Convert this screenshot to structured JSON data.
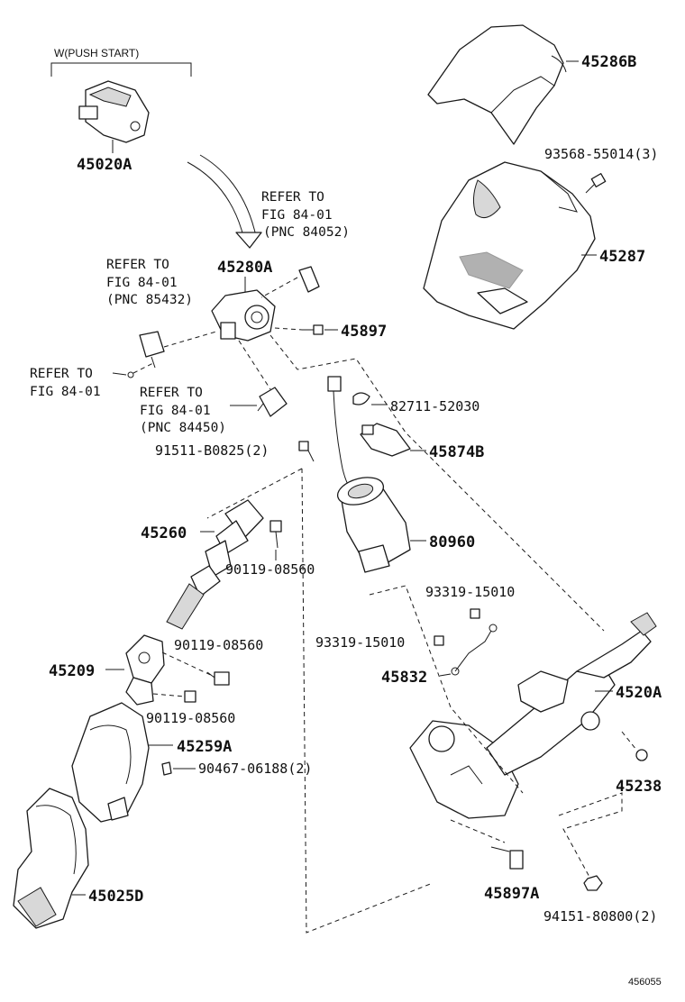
{
  "diagram": {
    "figure_id": "456055",
    "variant_label": "W(PUSH START)",
    "parts": {
      "p45020A": "45020A",
      "p45286B": "45286B",
      "p93568": "93568-55014(3)",
      "p45287": "45287",
      "p45280A": "45280A",
      "p45897": "45897",
      "p82711": "82711-52030",
      "p45874B": "45874B",
      "p91511": "91511-B0825(2)",
      "p45260": "45260",
      "p90119a": "90119-08560",
      "p80960": "80960",
      "p93319a": "93319-15010",
      "p93319b": "93319-15010",
      "p45832": "45832",
      "p45209": "45209",
      "p90119b": "90119-08560",
      "p90119c": "90119-08560",
      "p4520A": "4520A",
      "p45259A": "45259A",
      "p90467": "90467-06188(2)",
      "p45238": "45238",
      "p45025D": "45025D",
      "p45897A": "45897A",
      "p94151": "94151-80800(2)"
    },
    "refs": {
      "r1": {
        "l1": "REFER TO",
        "l2": "FIG 84-01",
        "l3": "(PNC 84052)"
      },
      "r2": {
        "l1": "REFER TO",
        "l2": "FIG 84-01",
        "l3": "(PNC 85432)"
      },
      "r3": {
        "l1": "REFER TO",
        "l2": "FIG 84-01"
      },
      "r4": {
        "l1": "REFER TO",
        "l2": "FIG 84-01",
        "l3": "(PNC 84450)"
      }
    }
  }
}
